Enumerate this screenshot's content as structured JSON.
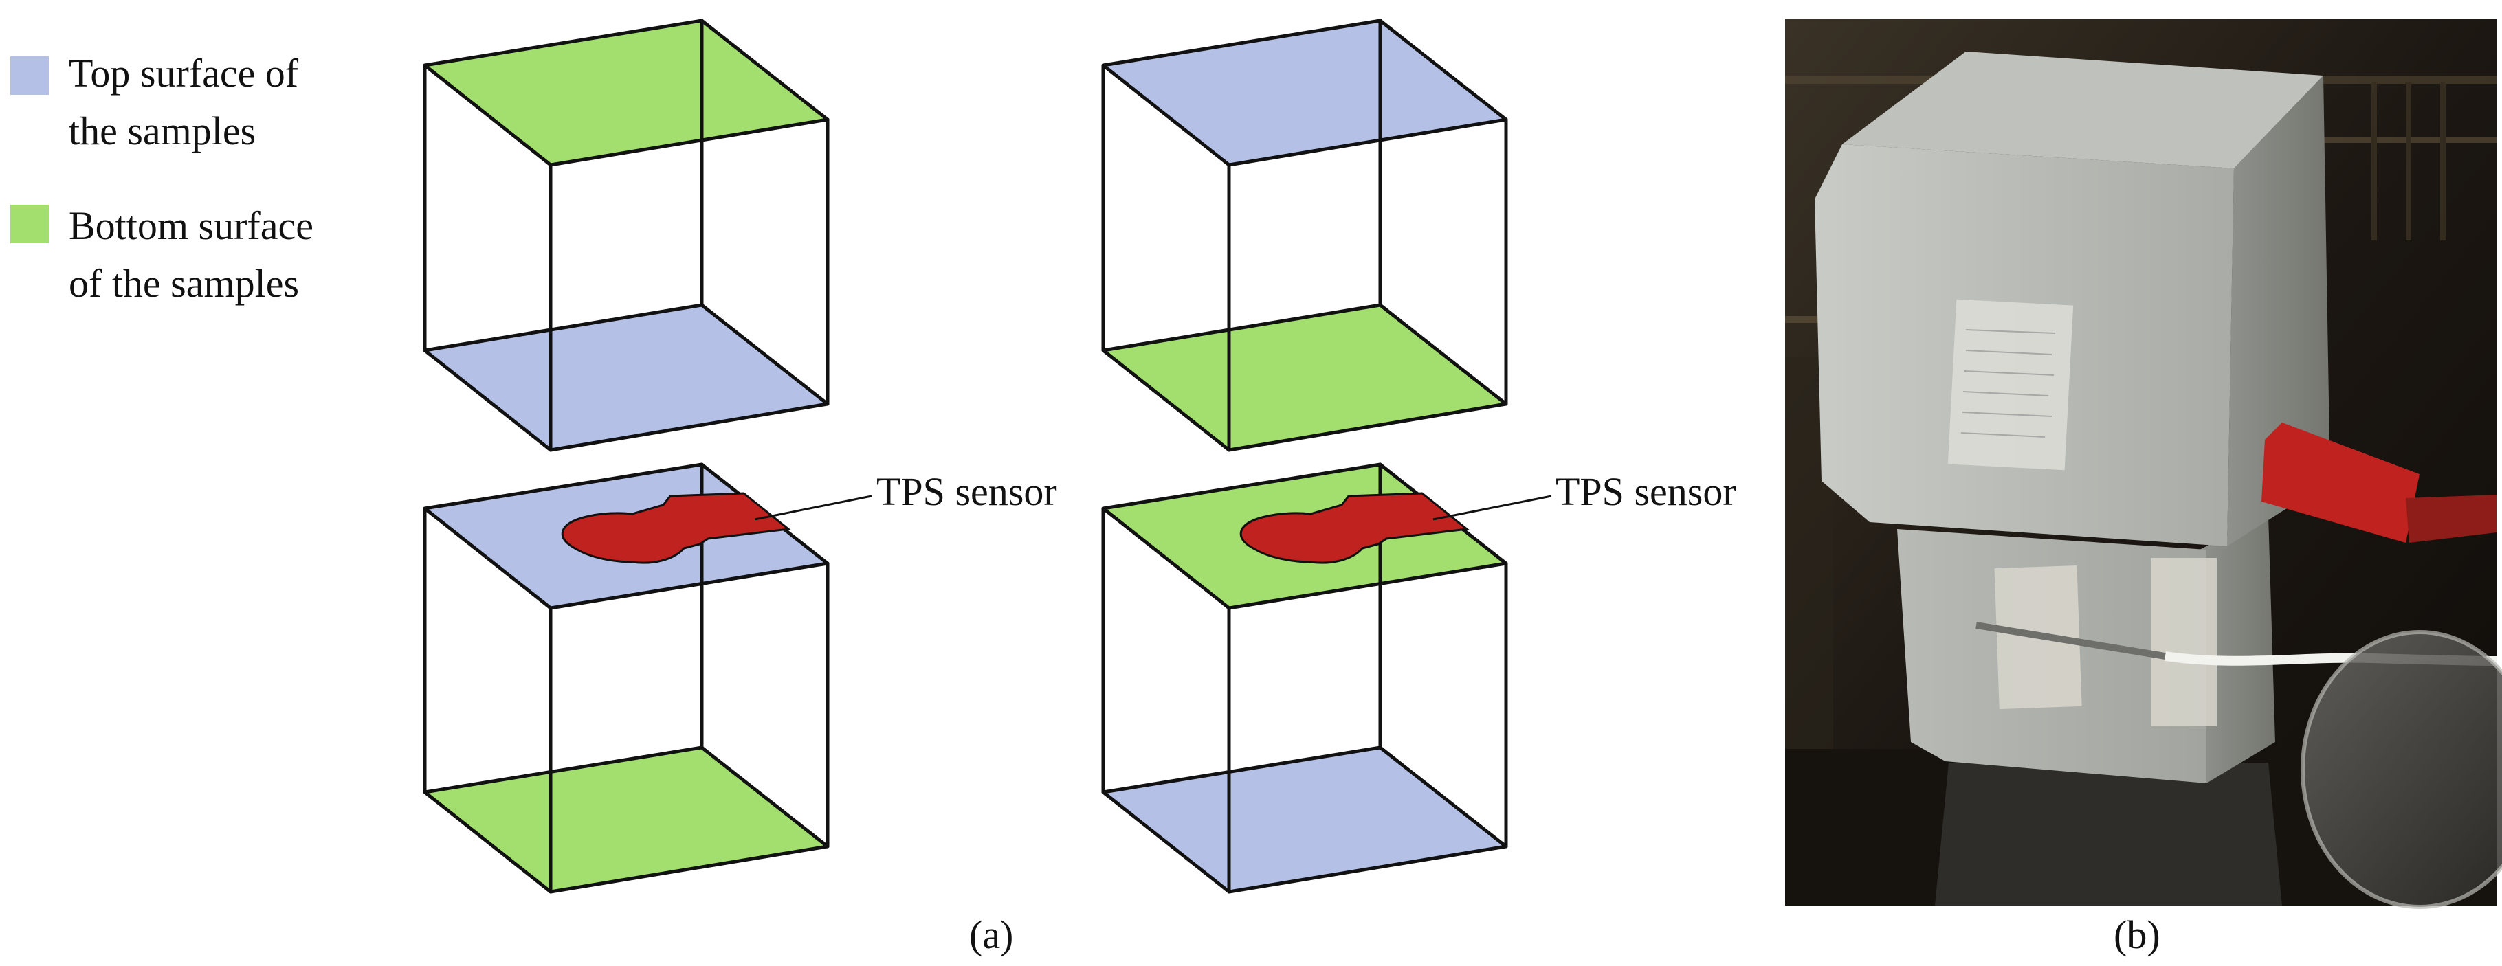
{
  "colors": {
    "top_surface": "#b4c0e6",
    "bottom_surface": "#a3df6e",
    "sensor": "#c0221f",
    "edges": "#111111"
  },
  "legend": {
    "top_surface": {
      "line1": "Top surface of",
      "line2": "the samples"
    },
    "bottom_surface": {
      "line1": "Bottom surface",
      "line2": "of the samples"
    }
  },
  "annotations": {
    "sensor_left": "TPS sensor",
    "sensor_right": "TPS sensor"
  },
  "captions": {
    "a": "(a)",
    "b": "(b)"
  }
}
